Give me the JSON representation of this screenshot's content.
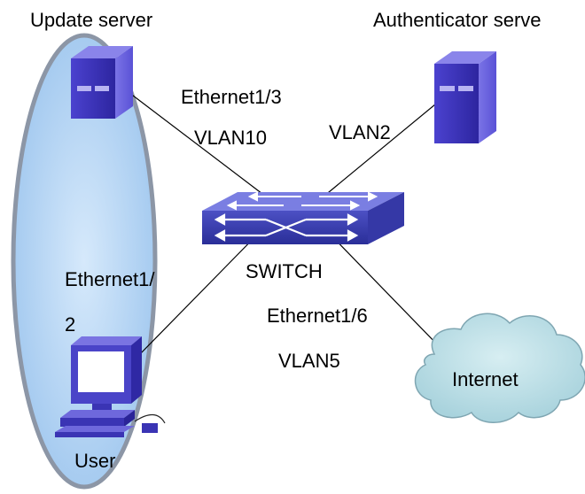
{
  "labels": {
    "update_server": "Update server",
    "authenticator_server": "Authenticator serve",
    "eth13": "Ethernet1/3",
    "vlan10": "VLAN10",
    "vlan2": "VLAN2",
    "switch": "SWITCH",
    "eth12_line1": "Ethernet1/",
    "eth12_line2": "2",
    "eth16": "Ethernet1/6",
    "vlan5": "VLAN5",
    "internet": "Internet",
    "user": "User"
  },
  "colors": {
    "ellipse_fill": "#a6cbf0",
    "ellipse_border": "#8c96a6",
    "server_dark": "#3a2fb4",
    "server_light": "#6a63dc",
    "switch_top": "#6e72d8",
    "switch_front": "#3a3fb0",
    "cloud_fill": "#b7dde6",
    "cloud_stroke": "#7fa6b2",
    "monitor": "#4a44c8",
    "screen": "#ffffff",
    "line": "#000000"
  }
}
